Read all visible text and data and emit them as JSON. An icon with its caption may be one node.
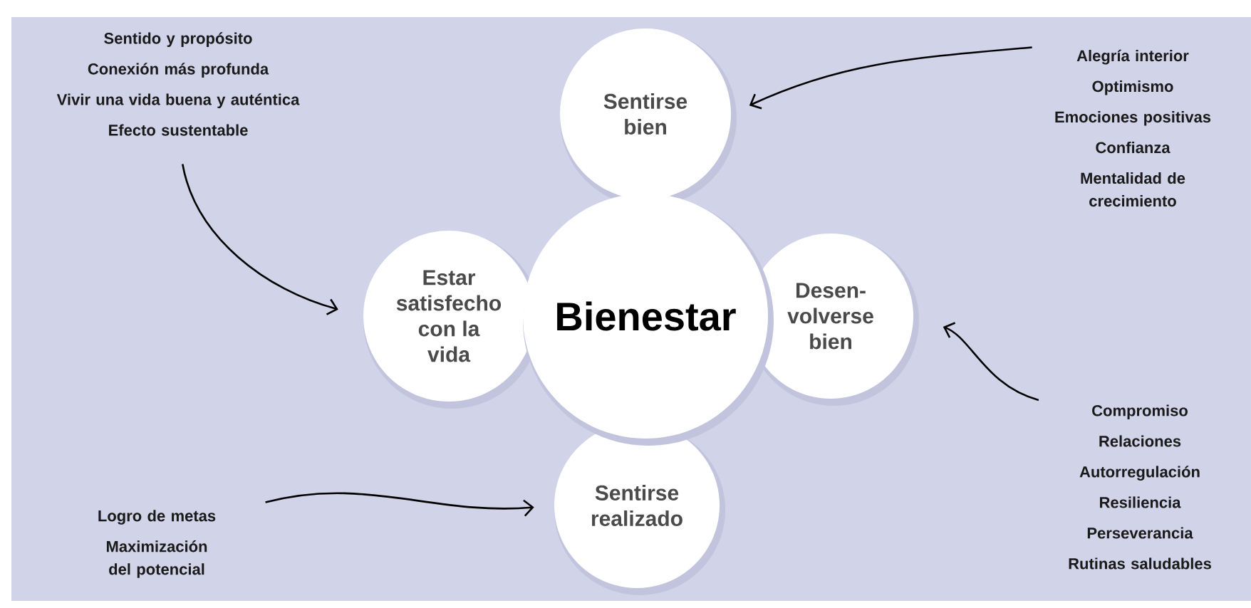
{
  "diagram": {
    "nodes": [
      {
        "text": [
          "Sentido y propósito",
          "Conexión más profunda",
          "Vivir una vida buena y auténtica",
          "Efecto sustentable"
        ]
      },
      {
        "text": [
          "Sentirse bien"
        ]
      },
      {
        "text": [
          "Alegría interior",
          "Optimismo",
          "Emociones positivas",
          "Confianza",
          "Mentalidad de crecimiento"
        ]
      },
      {
        "text": [
          "Estar satisfecho con la vida"
        ]
      },
      {
        "text": [
          "Bienestar"
        ]
      },
      {
        "text": [
          "Desen- volverse bien"
        ]
      },
      {
        "text": [
          "Compromiso",
          "Relaciones",
          "Autorregulación",
          "Resiliencia",
          "Perseverancia",
          "Rutinas saludables"
        ]
      },
      {
        "text": [
          "Sentirse realizado"
        ]
      },
      {
        "text": [
          "Logro de metas",
          "Maximización del potencial"
        ]
      }
    ],
    "edges": [
      {
        "from": 0,
        "to": 3,
        "arrow": "to"
      },
      {
        "from": 2,
        "to": 1,
        "arrow": "to"
      },
      {
        "from": 6,
        "to": 5,
        "arrow": "to"
      },
      {
        "from": 8,
        "to": 7,
        "arrow": "to"
      }
    ]
  }
}
